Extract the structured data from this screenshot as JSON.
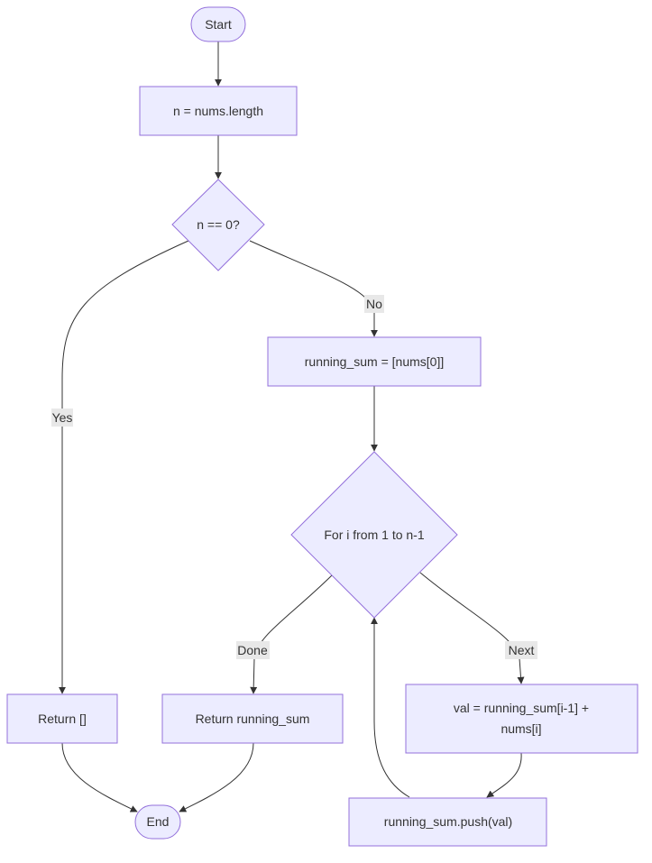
{
  "nodes": {
    "start": "Start",
    "init": "n = nums.length",
    "check_empty": "n == 0?",
    "init_sum": "running_sum = [nums[0]]",
    "loop": "For i from 1 to n-1",
    "return_empty": "Return []",
    "return_sum": "Return running_sum",
    "compute_val_line1": "val = running_sum[i-1] +",
    "compute_val_line2": "nums[i]",
    "push": "running_sum.push(val)",
    "end": "End"
  },
  "edges": {
    "no": "No",
    "yes": "Yes",
    "done": "Done",
    "next": "Next"
  },
  "colors": {
    "node_fill": "#ECECFF",
    "node_stroke": "#9370DB",
    "edge": "#333333",
    "edge_label_bg": "#e8e8e8"
  }
}
